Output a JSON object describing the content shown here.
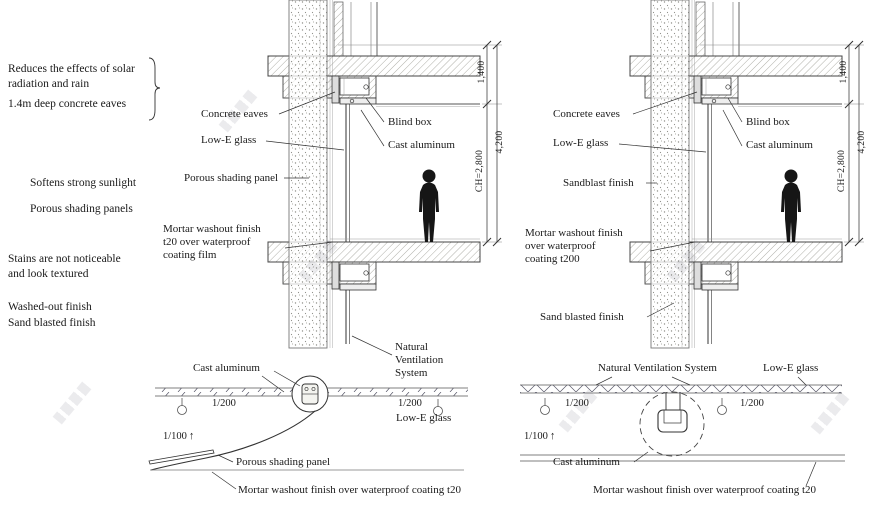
{
  "drawing": {
    "bg": "#ffffff",
    "ink": "#333333"
  },
  "annotations": {
    "solar_lines": [
      "Reduces the effects of solar",
      "radiation and rain"
    ],
    "eaves": "1.4m deep concrete eaves",
    "sunlight": "Softens strong sunlight",
    "porous": "Porous shading panels",
    "stains_lines": [
      "Stains are not noticeable",
      "and look textured"
    ],
    "washed": "Washed-out finish",
    "sandblasted": "Sand blasted finish"
  },
  "left_section": {
    "concrete_eaves": "Concrete eaves",
    "low_e_glass": "Low-E glass",
    "blind_box": "Blind box",
    "cast_aluminum": "Cast aluminum",
    "porous_panel": "Porous shading panel",
    "mortar_lines": [
      "Mortar washout finish",
      "t20 over waterproof",
      "coating film"
    ],
    "dim_1400": "1,400",
    "dim_4200": "4,200",
    "dim_ch": "CH=2,800"
  },
  "right_section": {
    "concrete_eaves": "Concrete eaves",
    "low_e_glass": "Low-E glass",
    "blind_box": "Blind box",
    "cast_aluminum": "Cast aluminum",
    "sandblast_finish": "Sandblast finish",
    "mortar_lines": [
      "Mortar washout finish",
      "over waterproof",
      "coating t200"
    ],
    "sand_blasted_finish": "Sand blasted finish",
    "dim_1400": "1,400",
    "dim_4200": "4,200",
    "dim_ch": "CH=2,800"
  },
  "left_plan": {
    "cast_aluminum": "Cast aluminum",
    "nvs_lines": [
      "Natural",
      "Ventilation",
      "System"
    ],
    "scale_left": "1/200",
    "scale_right": "1/200",
    "scale_main": "1/100",
    "low_e_glass": "Low-E glass",
    "porous_panel": "Porous shading panel",
    "mortar": "Mortar washout finish over waterproof coating t20"
  },
  "right_plan": {
    "nvs": "Natural Ventilation System",
    "low_e_glass": "Low-E glass",
    "scale_left": "1/200",
    "scale_right": "1/200",
    "scale_main": "1/100",
    "cast_aluminum": "Cast aluminum",
    "mortar": "Mortar washout finish over waterproof coating t20"
  },
  "icons": {
    "up_arrow": "↑"
  }
}
